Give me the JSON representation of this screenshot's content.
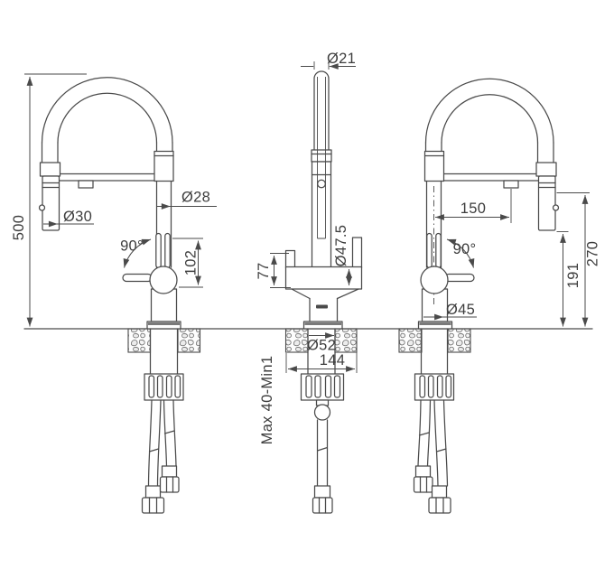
{
  "palette": {
    "background": "#ffffff",
    "ink": "#4a4a4a",
    "text": "#3d3d3d"
  },
  "views": {
    "left_side": {
      "dims": {
        "overall_height": "500",
        "spray_head_diameter": "Ø30",
        "spout_tube_diameter": "Ø28",
        "handle_swing_angle": "90°",
        "handle_pivot_height": "102"
      }
    },
    "front": {
      "dims": {
        "wand_tip_diameter": "Ø21",
        "body_diameter": "Ø47.5",
        "tee_section_height": "77",
        "mount_hole_diameter": "Ø52",
        "base_footprint_width": "144",
        "deck_thickness_range": "Max 40-Min1"
      }
    },
    "right_side": {
      "dims": {
        "spout_reach": "150",
        "handle_swing_angle": "90°",
        "body_base_diameter": "Ø45",
        "spray_head_clearance": "191",
        "dock_height": "270"
      }
    }
  }
}
